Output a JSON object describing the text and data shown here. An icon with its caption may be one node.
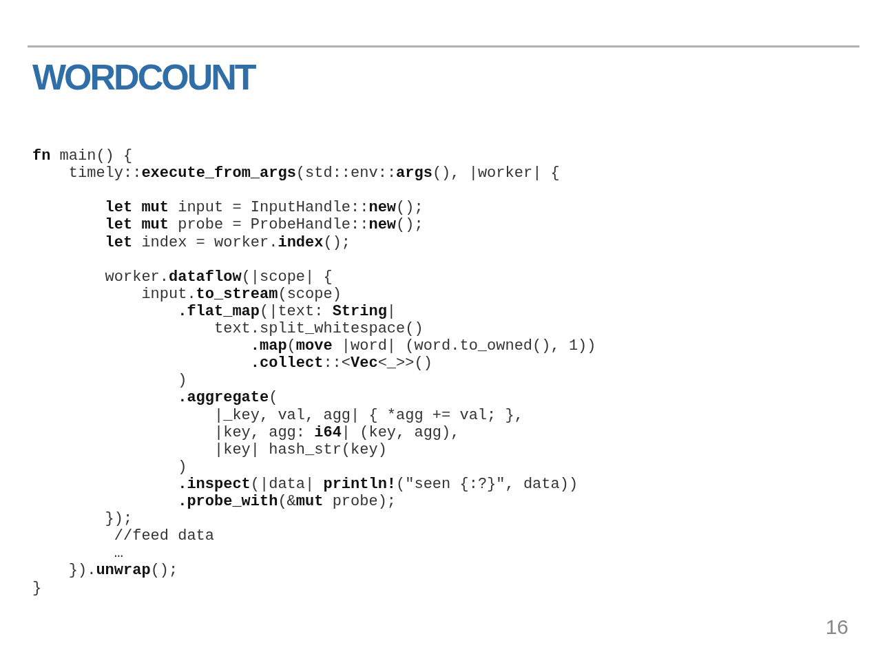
{
  "diagram": {
    "title": "WORDCOUNT",
    "labels": [
      "**fn** main() {",
      "timely::**execute_from_args**(std::env::**args**(), |worker| {",
      "**let mut** input = InputHandle::**new**();",
      "**let mut** probe = ProbeHandle::**new**();",
      "**let** index = worker.**index**();",
      "worker.**dataflow**(|scope| {",
      "input.**to_stream**(scope)",
      "**.flat_map**(|text: **String**|",
      "text.split_whitespace()",
      "**.map**(**move** |word| (word.to_owned(), 1))",
      "**.collect**::<**Vec**<_>>()",
      ")",
      "**.aggregate**(",
      "|_key, val, agg| { *agg += val; },",
      "|key, agg: **i64**| (key, agg),",
      "|key| hash_str(key)",
      ")",
      "**.inspect**(|data| **println!**(\"seen {:?}\", data))",
      "**.probe_with**(&**mut** probe);",
      "});",
      "//feed data",
      "…",
      "}).**unwrap**();",
      "}",
      "16"
    ]
  }
}
